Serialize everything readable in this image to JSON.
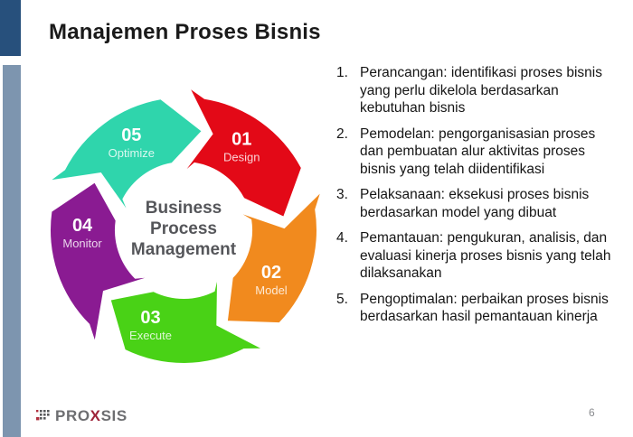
{
  "slide": {
    "title": "Manajemen Proses Bisnis",
    "page_number": "6"
  },
  "accent": {
    "bar_dark": "#27507c",
    "bar_light": "#7d95af"
  },
  "diagram": {
    "center_lines": [
      "Business",
      "Process",
      "Management"
    ],
    "center_color": "#55565a",
    "segments": [
      {
        "num": "01",
        "name": "Design",
        "color": "#e30917",
        "base": 0,
        "label_angle": 35
      },
      {
        "num": "02",
        "name": "Model",
        "color": "#f18a1e",
        "base": 72,
        "label_angle": 120
      },
      {
        "num": "03",
        "name": "Execute",
        "color": "#49d216",
        "base": 144,
        "label_angle": 199
      },
      {
        "num": "04",
        "name": "Monitor",
        "color": "#8a1b92",
        "base": 216,
        "label_angle": 268
      },
      {
        "num": "05",
        "name": "Optimize",
        "color": "#2fd5ac",
        "base": 288,
        "label_angle": 329
      }
    ]
  },
  "list": {
    "items": [
      {
        "num": "1.",
        "text": "Perancangan: identifikasi proses bisnis yang perlu dikelola berdasarkan kebutuhan bisnis"
      },
      {
        "num": "2.",
        "text": "Pemodelan: pengorganisasian proses dan pembuatan alur aktivitas proses bisnis yang telah diidentifikasi"
      },
      {
        "num": "3.",
        "text": "Pelaksanaan: eksekusi proses bisnis berdasarkan model yang dibuat"
      },
      {
        "num": "4.",
        "text": "Pemantauan: pengukuran, analisis, dan evaluasi kinerja proses bisnis yang telah dilaksanakan"
      },
      {
        "num": "5.",
        "text": "Pengoptimalan: perbaikan proses bisnis berdasarkan hasil pemantauan kinerja"
      }
    ]
  },
  "footer": {
    "logo_pre": "PRO",
    "logo_x": "X",
    "logo_post": "SIS",
    "logo_color": "#6d6e71",
    "logo_x_color": "#9e2339"
  }
}
